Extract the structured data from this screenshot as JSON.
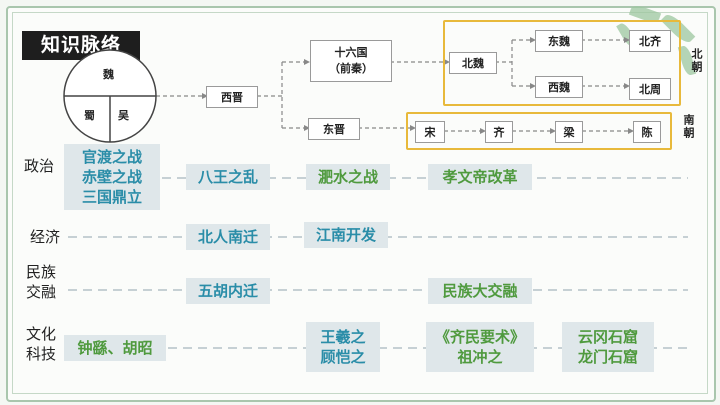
{
  "title": "知识脉络",
  "three_kingdoms": {
    "top": "魏",
    "left": "蜀",
    "right": "吴"
  },
  "timeline": {
    "western_jin": "西晋",
    "sixteen_kingdoms_line1": "十六国",
    "sixteen_kingdoms_line2": "（前秦）",
    "eastern_jin": "东晋",
    "northern_wei": "北魏",
    "eastern_wei": "东魏",
    "western_wei": "西魏",
    "northern_qi": "北齐",
    "northern_zhou": "北周",
    "song": "宋",
    "qi": "齐",
    "liang": "梁",
    "chen": "陈",
    "northern_dynasties": "北朝",
    "southern_dynasties": "南朝"
  },
  "rows": {
    "politics": {
      "label": "政治",
      "items": [
        "官渡之战",
        "赤壁之战",
        "三国鼎立",
        "八王之乱",
        "淝水之战",
        "孝文帝改革"
      ]
    },
    "economy": {
      "label": "经济",
      "items": [
        "北人南迁",
        "江南开发"
      ]
    },
    "ethnic": {
      "label_line1": "民族",
      "label_line2": "交融",
      "items": [
        "五胡内迁",
        "民族大交融"
      ]
    },
    "culture": {
      "label_line1": "文化",
      "label_line2": "科技",
      "items": [
        "钟繇、胡昭",
        "王羲之",
        "顾恺之",
        "《齐民要术》",
        "祖冲之",
        "云冈石窟",
        "龙门石窟"
      ]
    }
  },
  "colors": {
    "teal": "#2a8da8",
    "green": "#4f9a3e",
    "highlight": "#e8b93b"
  }
}
